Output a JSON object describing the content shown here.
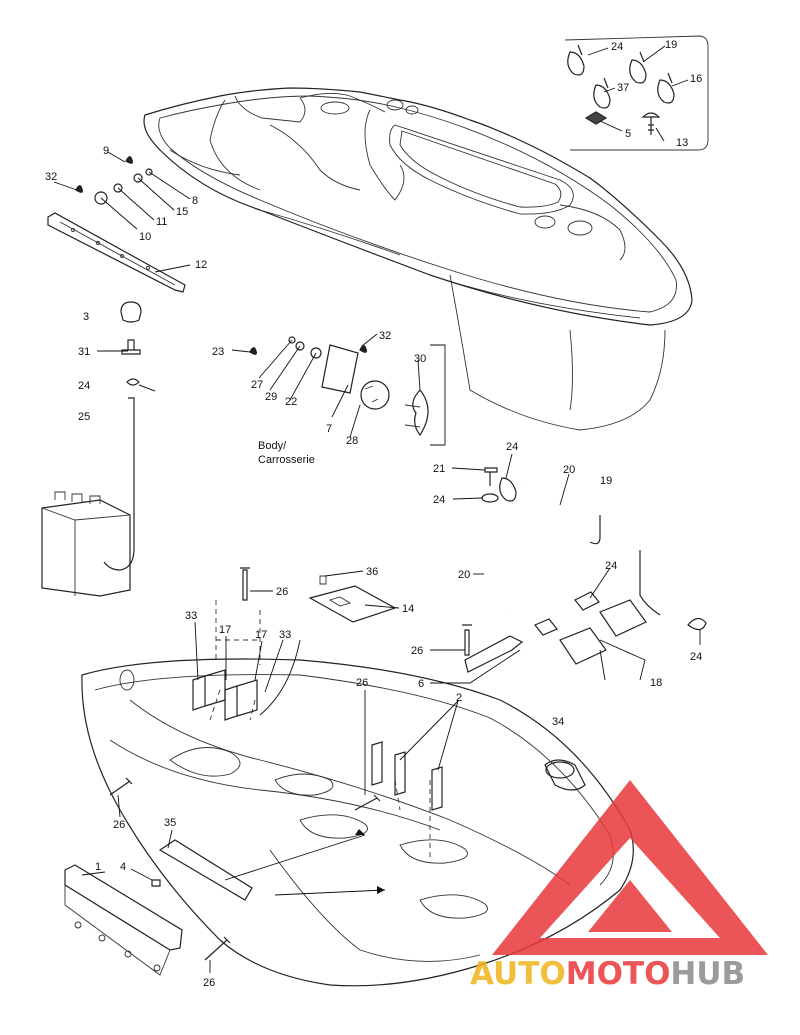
{
  "callouts": [
    {
      "id": "c24a",
      "text": "24"
    },
    {
      "id": "c19a",
      "text": "19"
    },
    {
      "id": "c16",
      "text": "16"
    },
    {
      "id": "c37",
      "text": "37"
    },
    {
      "id": "c5",
      "text": "5"
    },
    {
      "id": "c13",
      "text": "13"
    },
    {
      "id": "c9",
      "text": "9"
    },
    {
      "id": "c32a",
      "text": "32"
    },
    {
      "id": "c8",
      "text": "8"
    },
    {
      "id": "c15",
      "text": "15"
    },
    {
      "id": "c11",
      "text": "11"
    },
    {
      "id": "c10",
      "text": "10"
    },
    {
      "id": "c12",
      "text": "12"
    },
    {
      "id": "c3",
      "text": "3"
    },
    {
      "id": "c31",
      "text": "31"
    },
    {
      "id": "c24b",
      "text": "24"
    },
    {
      "id": "c25",
      "text": "25"
    },
    {
      "id": "c23",
      "text": "23"
    },
    {
      "id": "c32b",
      "text": "32"
    },
    {
      "id": "c27",
      "text": "27"
    },
    {
      "id": "c29",
      "text": "29"
    },
    {
      "id": "c22",
      "text": "22"
    },
    {
      "id": "c7",
      "text": "7"
    },
    {
      "id": "c28",
      "text": "28"
    },
    {
      "id": "c30",
      "text": "30"
    },
    {
      "id": "c21",
      "text": "21"
    },
    {
      "id": "c24c",
      "text": "24"
    },
    {
      "id": "c24d",
      "text": "24"
    },
    {
      "id": "c20a",
      "text": "20"
    },
    {
      "id": "c19b",
      "text": "19"
    },
    {
      "id": "c20b",
      "text": "20"
    },
    {
      "id": "c26a",
      "text": "26"
    },
    {
      "id": "c36",
      "text": "36"
    },
    {
      "id": "c14",
      "text": "14"
    },
    {
      "id": "c24e",
      "text": "24"
    },
    {
      "id": "c24f",
      "text": "24"
    },
    {
      "id": "c33a",
      "text": "33"
    },
    {
      "id": "c17a",
      "text": "17"
    },
    {
      "id": "c17b",
      "text": "17"
    },
    {
      "id": "c33b",
      "text": "33"
    },
    {
      "id": "c26b",
      "text": "26"
    },
    {
      "id": "c6",
      "text": "6"
    },
    {
      "id": "c18",
      "text": "18"
    },
    {
      "id": "c26c",
      "text": "26"
    },
    {
      "id": "c2",
      "text": "2"
    },
    {
      "id": "c34",
      "text": "34"
    },
    {
      "id": "c26d",
      "text": "26"
    },
    {
      "id": "c35",
      "text": "35"
    },
    {
      "id": "c1",
      "text": "1"
    },
    {
      "id": "c4",
      "text": "4"
    },
    {
      "id": "c26e",
      "text": "26"
    }
  ],
  "body_label": {
    "line1": "Body/",
    "line2": "Carrosserie"
  },
  "watermark": {
    "part1": "AUTO",
    "part2": "MOTO",
    "part3": "HUB",
    "color_red": "#e8383a",
    "color_yellow": "#f2b31a",
    "color_gray": "#8a8a8a"
  }
}
